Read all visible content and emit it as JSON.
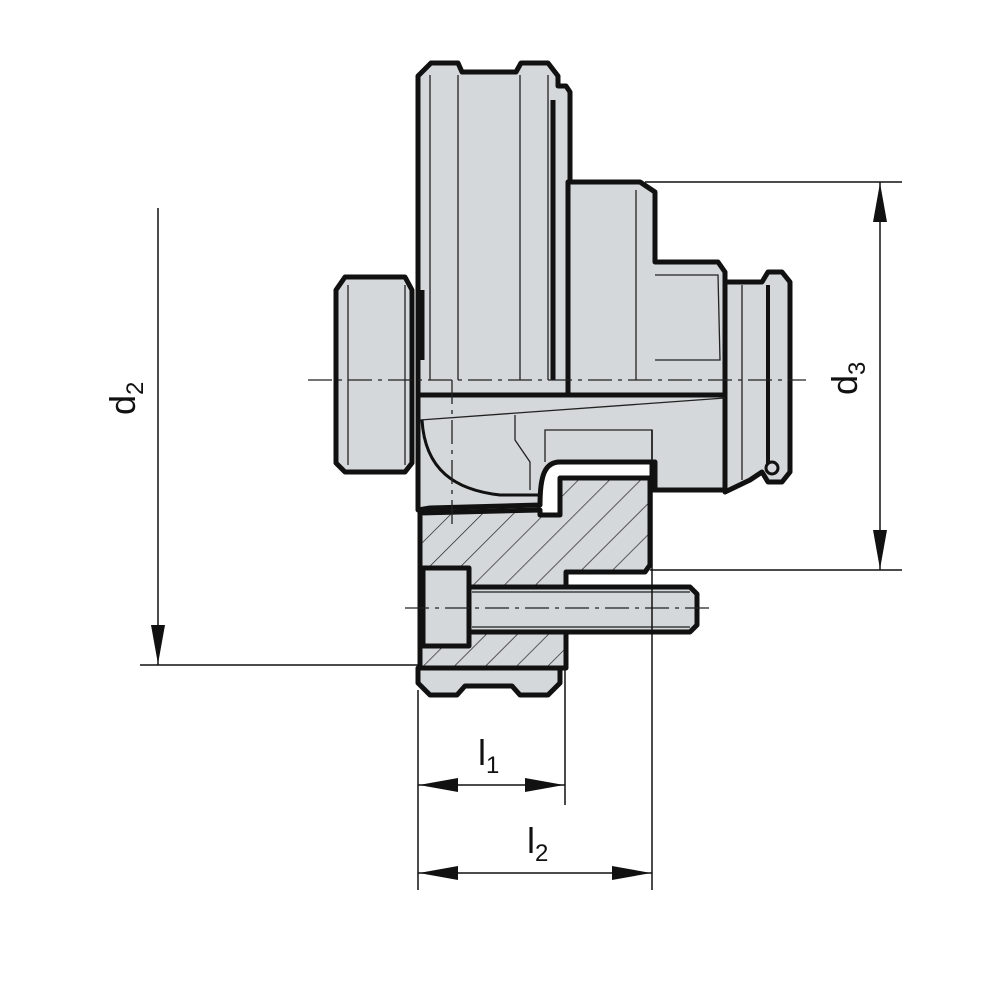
{
  "diagram": {
    "dimensions": [
      {
        "name": "d",
        "sub": "2"
      },
      {
        "name": "d",
        "sub": "3"
      },
      {
        "name": "l",
        "sub": "1"
      },
      {
        "name": "l",
        "sub": "2"
      }
    ],
    "colors": {
      "part_fill": "#d4d8da",
      "outline": "#111111",
      "background": "#ffffff"
    }
  }
}
